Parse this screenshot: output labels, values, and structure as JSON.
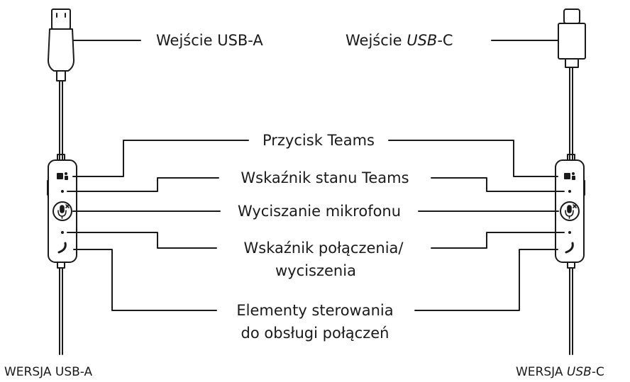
{
  "labels": {
    "usb_a_input": "Wejście USB-A",
    "usb_c_input_prefix": "Wejście ",
    "usb_c_input_italic": "USB",
    "usb_c_input_suffix": "-C",
    "teams_button": "Przycisk Teams",
    "teams_status": "Wskaźnik stanu Teams",
    "mic_mute": "Wyciszanie mikrofonu",
    "call_mute_indicator_line1": "Wskaźnik połączenia/",
    "call_mute_indicator_line2": "wyciszenia",
    "call_controls_line1": "Elementy sterowania",
    "call_controls_line2": "do obsługi połączeń"
  },
  "versions": {
    "left_caption": "WERSJA USB-A",
    "right_prefix": "WERSJA ",
    "right_italic": "USB",
    "right_suffix": "-C"
  },
  "icons": [
    "usb-a-plug-icon",
    "usb-c-plug-icon",
    "teams-icon",
    "mic-mute-icon",
    "phone-icon",
    "status-led-icon"
  ],
  "colors": {
    "line": "#1a1a1a",
    "background": "#ffffff"
  }
}
